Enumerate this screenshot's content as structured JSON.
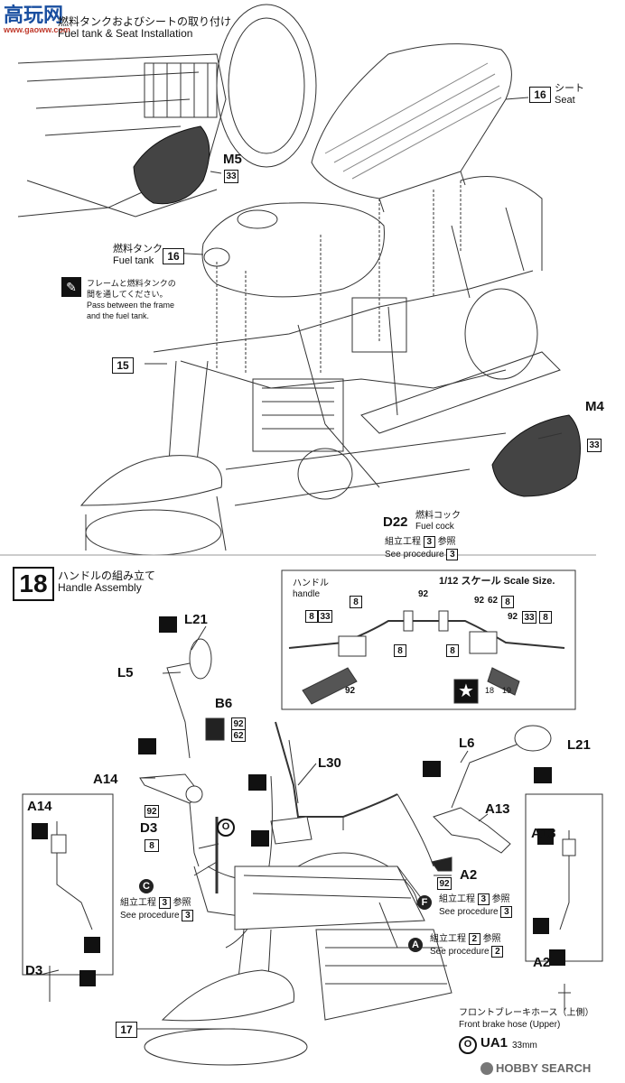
{
  "site_logo": {
    "main": "高玩网",
    "sub": "www.gaoww.com"
  },
  "step17": {
    "title_jp": "燃料タンクおよびシートの取り付け",
    "title_en": "Fuel tank & Seat Installation",
    "parts": {
      "m5": "M5",
      "m5_color": "33",
      "seat_num": "16",
      "seat_jp": "シート",
      "seat_en": "Seat",
      "tank_jp": "燃料タンク",
      "tank_en": "Fuel tank",
      "tank_num": "16",
      "frame_num": "15",
      "m4": "M4",
      "m4_color": "33",
      "d22": "D22",
      "cock_jp": "燃料コック",
      "cock_en": "Fuel cock",
      "proc_jp": "組立工程",
      "proc_jp_num": "3",
      "proc_jp_suffix": "参照",
      "proc_en": "See procedure",
      "proc_en_num": "3"
    },
    "note": {
      "jp1": "フレームと燃料タンクの",
      "jp2": "間を通してください。",
      "en1": "Pass between the frame",
      "en2": "and the fuel tank."
    }
  },
  "step18": {
    "num": "18",
    "title_jp": "ハンドルの組み立て",
    "title_en": "Handle Assembly",
    "inset": {
      "label_jp": "ハンドル",
      "label_en": "handle",
      "scale": "1/12 スケール Scale Size.",
      "codes": [
        "8",
        "33",
        "8",
        "92",
        "8",
        "8",
        "92",
        "62",
        "8",
        "92",
        "33",
        "8",
        "92",
        "18",
        "19"
      ]
    },
    "parts": {
      "l21a": "L21",
      "l5": "L5",
      "b6": "B6",
      "b6c1": "92",
      "b6c2": "62",
      "a14": "A14",
      "d3": "D3",
      "d3c1": "92",
      "d3c2": "8",
      "o": "O",
      "c": "C",
      "l30": "L30",
      "l6": "L6",
      "l21b": "L21",
      "a13": "A13",
      "a2": "A2",
      "a2c": "92",
      "f": "F",
      "a": "A",
      "num17": "17"
    },
    "procC": {
      "jp": "組立工程",
      "n1": "3",
      "suffix": "参照",
      "en": "See procedure",
      "n2": "3"
    },
    "procF": {
      "jp": "組立工程",
      "n1": "3",
      "suffix": "参照",
      "en": "See procedure",
      "n2": "3"
    },
    "procA": {
      "jp": "組立工程",
      "n1": "2",
      "suffix": "参照",
      "en": "See procedure",
      "n2": "2"
    },
    "left_panel": {
      "a14": "A14",
      "d3": "D3"
    },
    "right_panel": {
      "a13": "A13",
      "a2": "A2"
    },
    "hose": {
      "jp": "フロントブレーキホース（上側）",
      "en": "Front brake hose (Upper)",
      "code": "O",
      "part": "UA1",
      "len": "33mm"
    }
  },
  "footer": {
    "watermark": "HOBBY SEARCH"
  }
}
